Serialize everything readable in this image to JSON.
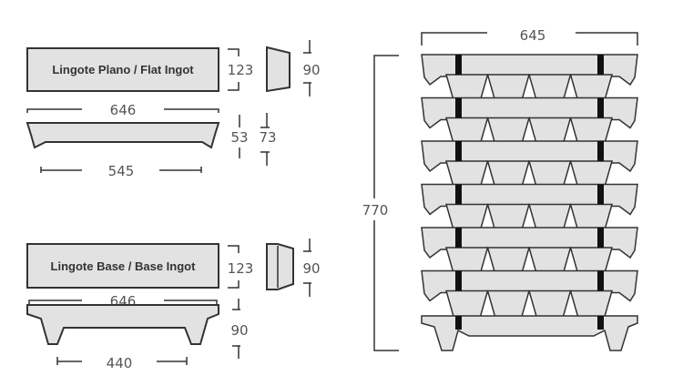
{
  "flat_ingot": {
    "label": "Lingote Plano / Flat Ingot",
    "length": "646",
    "width": "123",
    "end_width": "90",
    "height_inner": "53",
    "height_outer": "73",
    "bottom_length": "545"
  },
  "base_ingot": {
    "label": "Lingote Base / Base Ingot",
    "length": "646",
    "width": "123",
    "end_width": "90",
    "height": "90",
    "foot_spacing": "440"
  },
  "stack": {
    "width": "645",
    "height": "770",
    "layers": 6,
    "ingots_per_cross_row": 4
  },
  "colors": {
    "part_fill": "#e2e2e2",
    "outline": "#333333",
    "strap": "#111111"
  }
}
